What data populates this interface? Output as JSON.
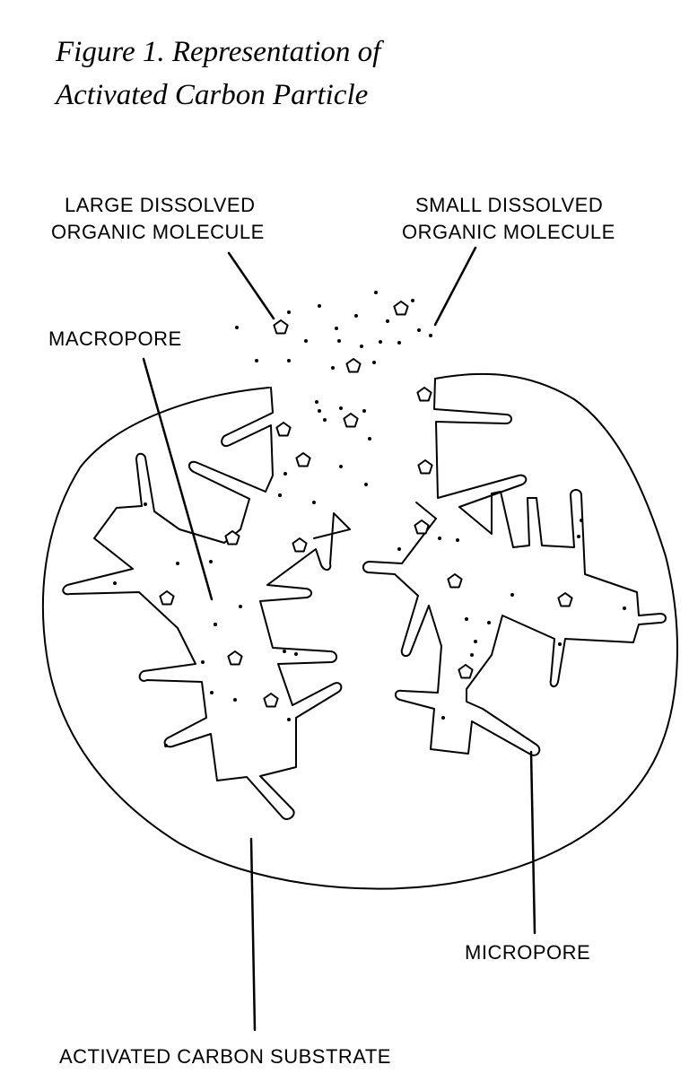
{
  "figure": {
    "title_line1": "Figure 1. Representation of",
    "title_line2": "Activated Carbon Particle"
  },
  "labels": {
    "large_molecule_line1": "LARGE DISSOLVED",
    "large_molecule_line2": "ORGANIC MOLECULE",
    "small_molecule_line1": "SMALL DISSOLVED",
    "small_molecule_line2": "ORGANIC MOLECULE",
    "macropore": "MACROPORE",
    "micropore": "MICROPORE",
    "substrate": "ACTIVATED CARBON SUBSTRATE"
  }
}
